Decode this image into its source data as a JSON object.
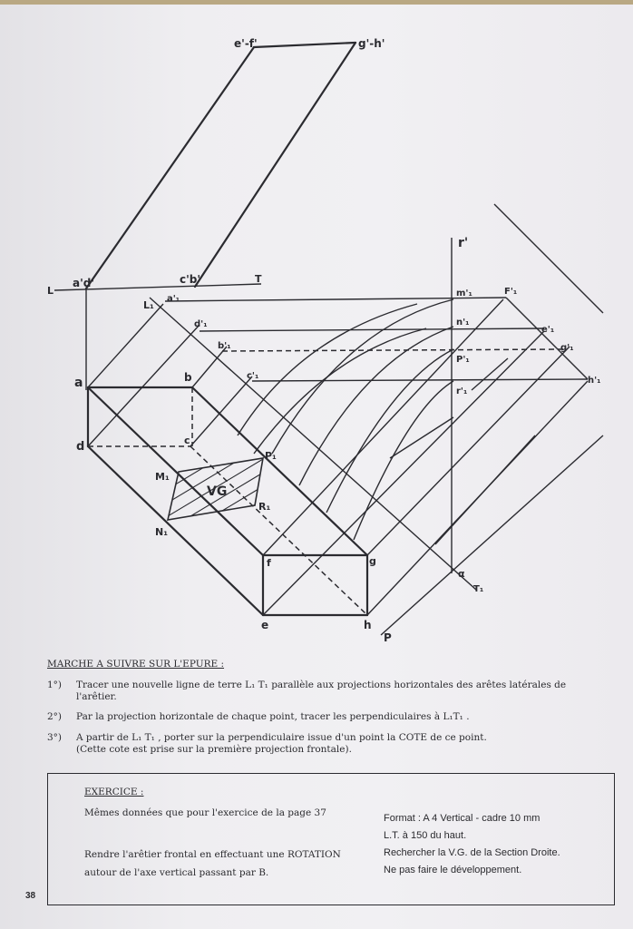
{
  "labels": {
    "L": "L",
    "T": "T",
    "a_d_prime": "a'd'",
    "c_b_prime": "c'b'",
    "e_f_prime": "e'-f'",
    "g_h_prime": "g'-h'",
    "L1": "L₁",
    "a1": "a'₁",
    "d1": "d'₁",
    "b1": "b'₁",
    "c1": "c'₁",
    "m1": "m'₁",
    "n1": "n'₁",
    "p1": "P'₁",
    "r1": "r'₁",
    "f1": "F'₁",
    "e1": "e'₁",
    "g1": "g'₁",
    "h1": "h'₁",
    "axis_r": "r'",
    "T1": "T₁",
    "alpha": "α",
    "a": "a",
    "b": "b",
    "c": "c",
    "d": "d",
    "e": "e",
    "f": "f",
    "g": "g",
    "h": "h",
    "P": "P",
    "M1": "M₁",
    "N1": "N₁",
    "P1": "P₁",
    "R1": "R₁",
    "VG": "VG"
  },
  "instructions": {
    "title": "MARCHE A SUIVRE SUR L'EPURE :",
    "steps": [
      {
        "num": "1°)",
        "text": "Tracer une nouvelle ligne de terre L₁ T₁ parallèle aux projections horizontales des arêtes latérales de l'arêtier."
      },
      {
        "num": "2°)",
        "text": "Par la projection horizontale de chaque point, tracer les perpendiculaires à L₁T₁ ."
      },
      {
        "num": "3°)",
        "text": "A partir de L₁ T₁ , porter sur la perpendiculaire issue d'un point la COTE de ce point.",
        "sub": "(Cette cote est prise sur la première projection frontale)."
      }
    ]
  },
  "exercice": {
    "title": "EXERCICE :",
    "line1": "Mêmes données que pour l'exercice de la page 37",
    "line2": "Rendre l'arêtier frontal en effectuant une ROTATION",
    "line3": "autour de l'axe vertical passant par B.",
    "right": [
      "Format : A 4 Vertical - cadre 10 mm",
      "L.T. à 150 du haut.",
      "Rechercher la V.G. de la Section Droite.",
      "Ne pas faire le développement."
    ]
  },
  "page_number": "38"
}
